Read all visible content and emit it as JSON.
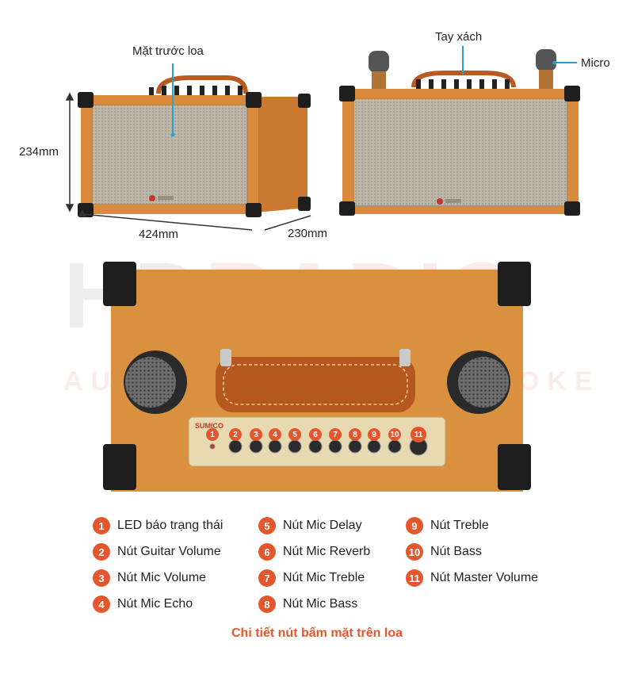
{
  "brand_watermark": "HDRADIO AUDIO VIDEO KARAOKE",
  "front_view": {
    "callout_label": "Mặt trước loa",
    "height_label": "234mm",
    "width_label": "424mm",
    "depth_label": "230mm"
  },
  "side_view": {
    "handle_label": "Tay xách",
    "mic_label": "Micro"
  },
  "top_panel": {
    "brand": "SUMICO",
    "knob_numbers": [
      "1",
      "2",
      "3",
      "4",
      "5",
      "6",
      "7",
      "8",
      "9",
      "10",
      "11"
    ]
  },
  "legend": {
    "items": [
      {
        "num": "1",
        "text": "LED báo trạng thái"
      },
      {
        "num": "2",
        "text": "Nút Guitar Volume"
      },
      {
        "num": "3",
        "text": "Nút Mic Volume"
      },
      {
        "num": "4",
        "text": "Nút Mic Echo"
      },
      {
        "num": "5",
        "text": "Nút Mic Delay"
      },
      {
        "num": "6",
        "text": "Nút Mic Reverb"
      },
      {
        "num": "7",
        "text": "Nút Mic Treble"
      },
      {
        "num": "8",
        "text": "Nút Mic Bass"
      },
      {
        "num": "9",
        "text": "Nút Treble"
      },
      {
        "num": "10",
        "text": "Nút Bass"
      },
      {
        "num": "11",
        "text": "Nút Master Volume"
      }
    ]
  },
  "caption": "Chi tiết nút bấm mặt trên loa",
  "colors": {
    "accent": "#e4572e",
    "speaker_orange": "#d98a3d",
    "grille": "#b9b4a6",
    "corner": "#1e1e1e",
    "caption": "#e4572e"
  }
}
